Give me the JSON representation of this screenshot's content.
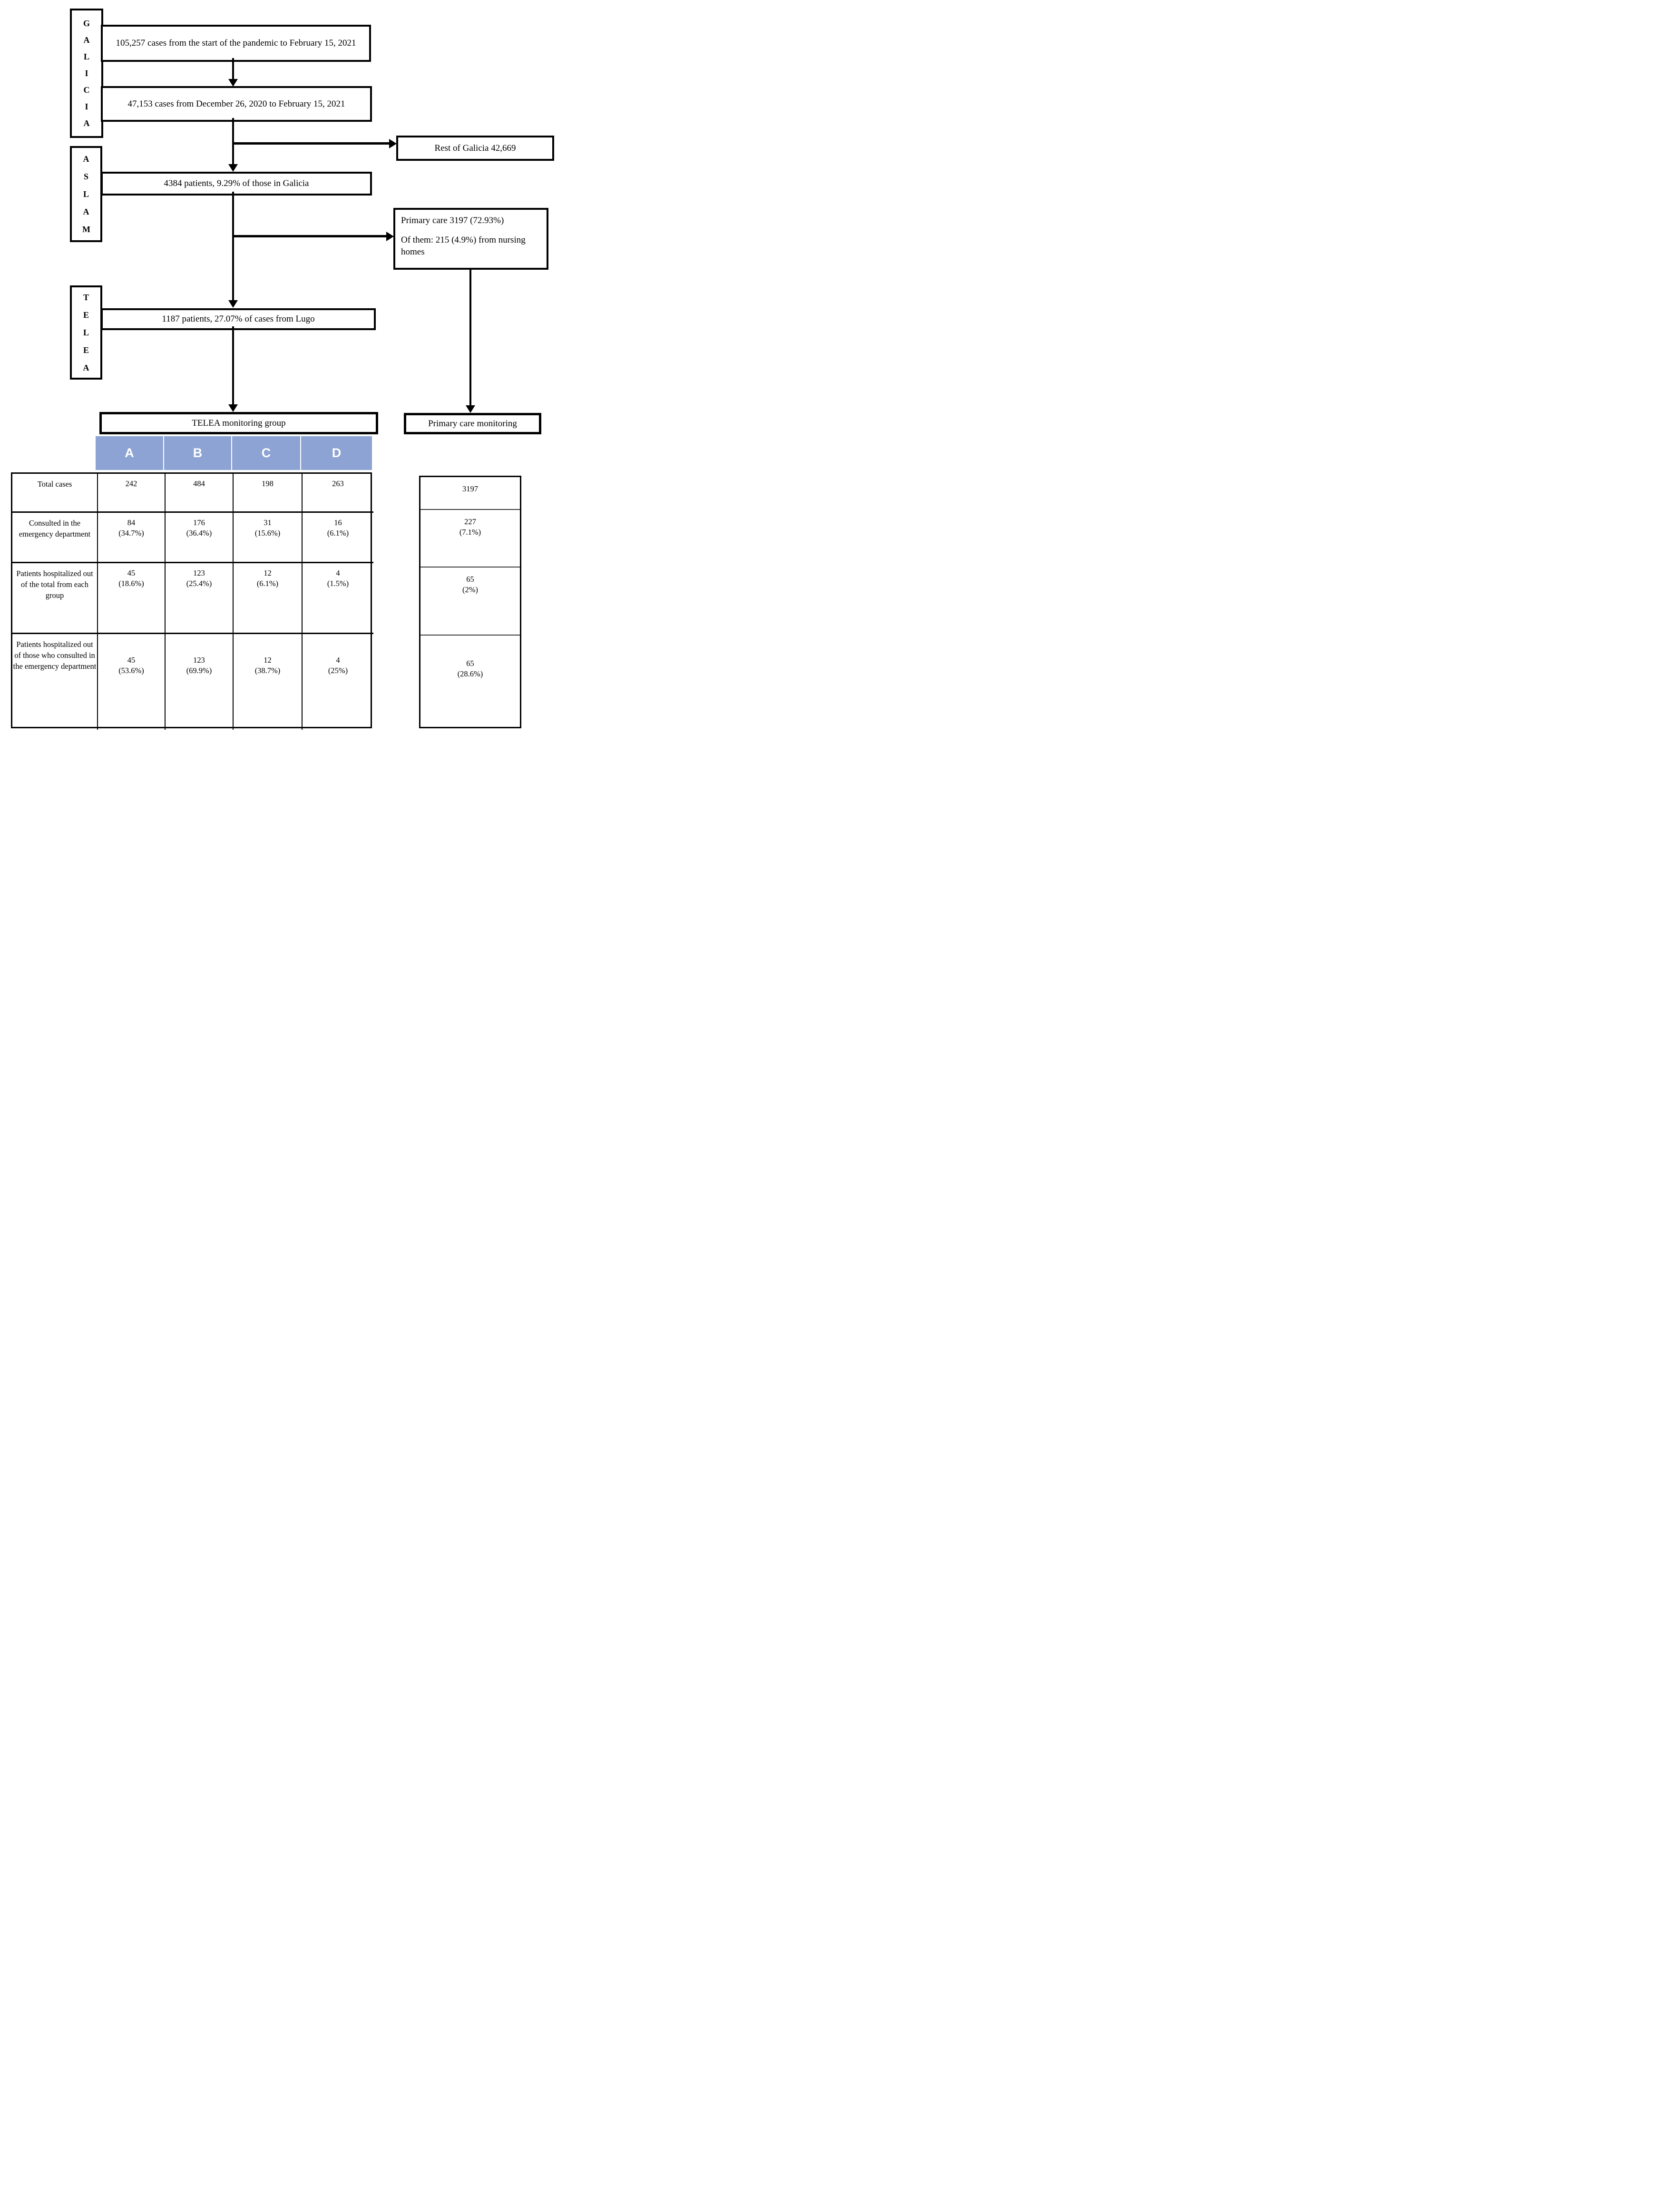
{
  "colors": {
    "header_bg": "#8DA3D4",
    "line": "#000000",
    "text": "#000000"
  },
  "flowchart": {
    "galicia_label": "GALICIA",
    "aslam_label": "ASLAM",
    "telea_label": "TELEA",
    "box_pandemic": "105,257 cases from the start of the pandemic to February 15, 2021",
    "box_wave": "47,153 cases from December 26, 2020 to February 15, 2021",
    "box_rest": "Rest of Galicia 42,669",
    "box_aslam": "4384 patients, 9.29% of those in Galicia",
    "box_primary_line1": "Primary care 3197 (72.93%)",
    "box_primary_line2": "Of them: 215 (4.9%) from nursing homes",
    "box_telea": "1187 patients, 27.07% of cases from Lugo",
    "box_telea_monitoring": "TELEA monitoring group",
    "box_primary_monitoring": "Primary care monitoring"
  },
  "table": {
    "group_headers": [
      "A",
      "B",
      "C",
      "D"
    ],
    "rows": [
      {
        "label": "Total cases",
        "cells": [
          {
            "n": "242",
            "pct": ""
          },
          {
            "n": "484",
            "pct": ""
          },
          {
            "n": "198",
            "pct": ""
          },
          {
            "n": "263",
            "pct": ""
          }
        ]
      },
      {
        "label": "Consulted in the emergency department",
        "cells": [
          {
            "n": "84",
            "pct": "(34.7%)"
          },
          {
            "n": "176",
            "pct": "(36.4%)"
          },
          {
            "n": "31",
            "pct": "(15.6%)"
          },
          {
            "n": "16",
            "pct": "(6.1%)"
          }
        ]
      },
      {
        "label": "Patients hospitalized out of the total from each group",
        "cells": [
          {
            "n": "45",
            "pct": "(18.6%)"
          },
          {
            "n": "123",
            "pct": "(25.4%)"
          },
          {
            "n": "12",
            "pct": "(6.1%)"
          },
          {
            "n": "4",
            "pct": "(1.5%)"
          }
        ]
      },
      {
        "label": "Patients hospitalized out of those who consulted in the emergency department",
        "cells": [
          {
            "n": "45",
            "pct": "(53.6%)"
          },
          {
            "n": "123",
            "pct": "(69.9%)"
          },
          {
            "n": "12",
            "pct": "(38.7%)"
          },
          {
            "n": "4",
            "pct": "(25%)"
          }
        ]
      }
    ],
    "right_column": [
      {
        "n": "3197",
        "pct": ""
      },
      {
        "n": "227",
        "pct": "(7.1%)"
      },
      {
        "n": "65",
        "pct": "(2%)"
      },
      {
        "n": "65",
        "pct": "(28.6%)"
      }
    ]
  }
}
